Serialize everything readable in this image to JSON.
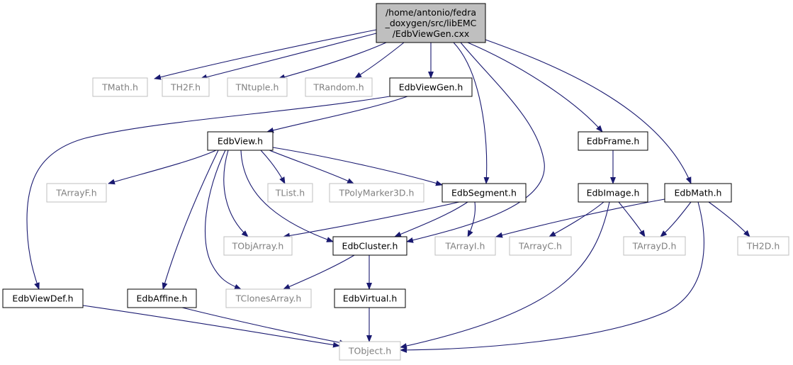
{
  "diagram": {
    "type": "include-dependency-graph",
    "root": {
      "label_lines": [
        "/home/antonio/fedra",
        "_doxygen/src/libEMC",
        "/EdbViewGen.cxx"
      ]
    },
    "nodes": [
      {
        "id": "tmath",
        "label": "TMath.h",
        "documented": false
      },
      {
        "id": "th2f",
        "label": "TH2F.h",
        "documented": false
      },
      {
        "id": "tntuple",
        "label": "TNtuple.h",
        "documented": false
      },
      {
        "id": "trandom",
        "label": "TRandom.h",
        "documented": false
      },
      {
        "id": "edbviewgen",
        "label": "EdbViewGen.h",
        "documented": true
      },
      {
        "id": "edbview",
        "label": "EdbView.h",
        "documented": true
      },
      {
        "id": "edbframe",
        "label": "EdbFrame.h",
        "documented": true
      },
      {
        "id": "tarrayf",
        "label": "TArrayF.h",
        "documented": false
      },
      {
        "id": "tlist",
        "label": "TList.h",
        "documented": false
      },
      {
        "id": "tpolymarker3d",
        "label": "TPolyMarker3D.h",
        "documented": false
      },
      {
        "id": "edbsegment",
        "label": "EdbSegment.h",
        "documented": true
      },
      {
        "id": "edbimage",
        "label": "EdbImage.h",
        "documented": true
      },
      {
        "id": "edbmath",
        "label": "EdbMath.h",
        "documented": true
      },
      {
        "id": "tobjarray",
        "label": "TObjArray.h",
        "documented": false
      },
      {
        "id": "edbcluster",
        "label": "EdbCluster.h",
        "documented": true
      },
      {
        "id": "tarrayi",
        "label": "TArrayI.h",
        "documented": false
      },
      {
        "id": "tarrayc",
        "label": "TArrayC.h",
        "documented": false
      },
      {
        "id": "tarrayd",
        "label": "TArrayD.h",
        "documented": false
      },
      {
        "id": "th2d",
        "label": "TH2D.h",
        "documented": false
      },
      {
        "id": "edbviewdef",
        "label": "EdbViewDef.h",
        "documented": true
      },
      {
        "id": "edbaffine",
        "label": "EdbAffine.h",
        "documented": true
      },
      {
        "id": "tclonesarray",
        "label": "TClonesArray.h",
        "documented": false
      },
      {
        "id": "edbvirtual",
        "label": "EdbVirtual.h",
        "documented": true
      },
      {
        "id": "tobject",
        "label": "TObject.h",
        "documented": false
      }
    ],
    "edges": [
      [
        "root",
        "tmath"
      ],
      [
        "root",
        "th2f"
      ],
      [
        "root",
        "tntuple"
      ],
      [
        "root",
        "trandom"
      ],
      [
        "root",
        "edbviewgen"
      ],
      [
        "root",
        "edbsegment"
      ],
      [
        "root",
        "edbcluster"
      ],
      [
        "root",
        "edbframe"
      ],
      [
        "root",
        "edbmath"
      ],
      [
        "edbviewgen",
        "edbview"
      ],
      [
        "edbviewgen",
        "edbviewdef"
      ],
      [
        "edbview",
        "tarrayf"
      ],
      [
        "edbview",
        "tlist"
      ],
      [
        "edbview",
        "tpolymarker3d"
      ],
      [
        "edbview",
        "edbsegment"
      ],
      [
        "edbview",
        "tobjarray"
      ],
      [
        "edbview",
        "edbcluster"
      ],
      [
        "edbview",
        "tclonesarray"
      ],
      [
        "edbview",
        "edbaffine"
      ],
      [
        "edbsegment",
        "tobjarray"
      ],
      [
        "edbsegment",
        "edbcluster"
      ],
      [
        "edbsegment",
        "tarrayi"
      ],
      [
        "edbframe",
        "edbimage"
      ],
      [
        "edbimage",
        "tarrayc"
      ],
      [
        "edbimage",
        "tarrayd"
      ],
      [
        "edbimage",
        "tobject"
      ],
      [
        "edbmath",
        "tarrayi"
      ],
      [
        "edbmath",
        "tarrayd"
      ],
      [
        "edbmath",
        "th2d"
      ],
      [
        "edbmath",
        "tobject"
      ],
      [
        "edbcluster",
        "tclonesarray"
      ],
      [
        "edbcluster",
        "edbvirtual"
      ],
      [
        "edbvirtual",
        "tobject"
      ],
      [
        "edbviewdef",
        "tobject"
      ],
      [
        "edbaffine",
        "tobject"
      ]
    ]
  },
  "colors": {
    "edge": "#191970",
    "root_fill": "#bfbfbf",
    "documented_border": "#000000",
    "external_border": "#bfbfbf",
    "external_text": "#808080",
    "text": "#000000"
  }
}
